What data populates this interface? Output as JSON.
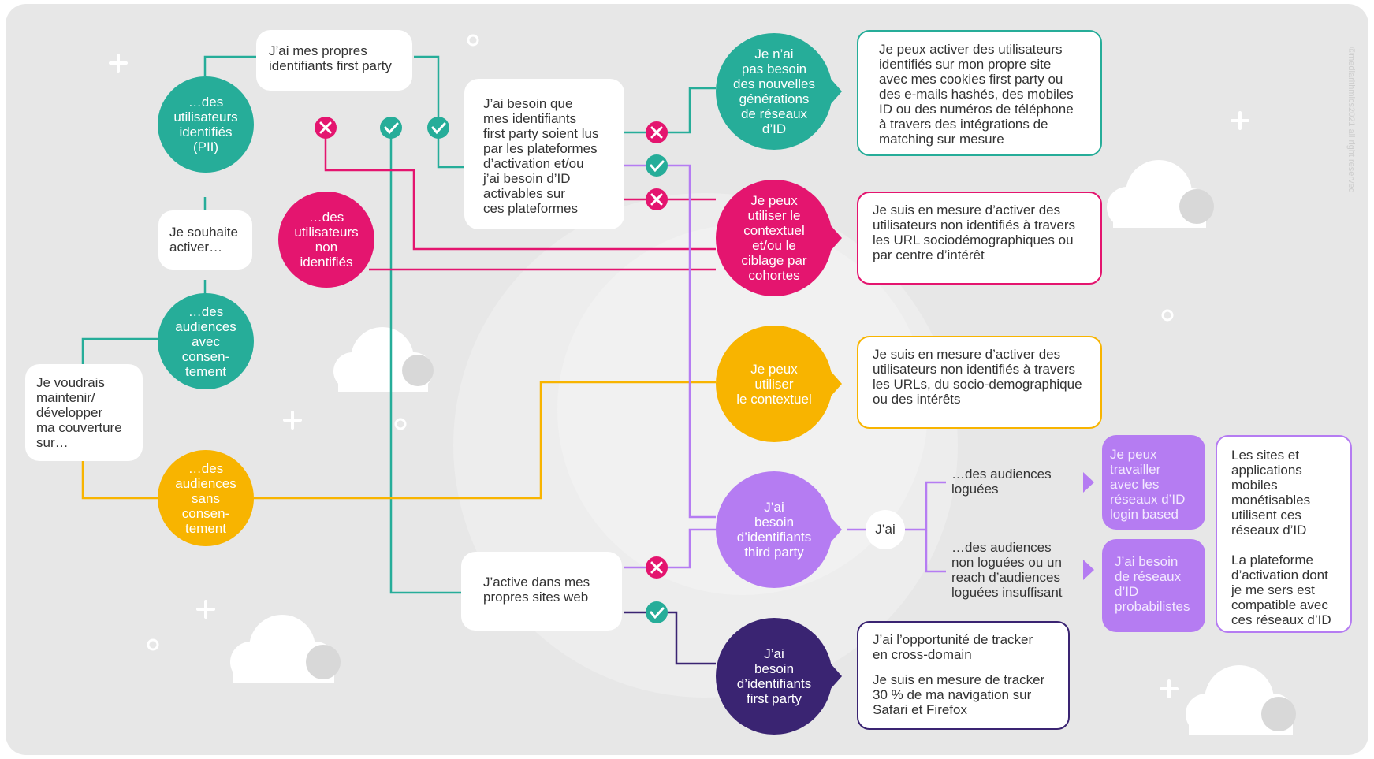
{
  "colors": {
    "teal": "#26ad99",
    "magenta": "#e4156f",
    "yellow": "#f8b400",
    "purple_light": "#b57cf2",
    "purple_dark": "#3a2472",
    "background": "#e7e7e7"
  },
  "start_box": "Je voudrais\nmaintenir/\ndévelopper\nma couverture\nsur…",
  "audiences": {
    "with_consent": "…des\naudiences\navec\nconsen-\ntement",
    "without_consent": "…des\naudiences\nsans\nconsen-\ntement"
  },
  "activate_box": "Je souhaite\nactiver…",
  "users": {
    "identified": "…des\nutilisateurs\nidentifiés\n(PII)",
    "non_identified": "…des\nutilisateurs\nnon\nidentifiés"
  },
  "questions": {
    "first_party_ids": "J’ai mes propres\nidentifiants first party",
    "platforms": "J’ai besoin que\nmes identifiants\nfirst party soient lus\npar les plateformes\nd’activation et/ou\nj’ai besoin d’ID\nactivables sur\nces plateformes",
    "own_sites": "J’active dans mes\npropres sites web"
  },
  "outcomes": [
    {
      "circle": "Je n’ai\npas besoin\ndes nouvelles\ngénérations\nde réseaux\nd’ID",
      "text": "Je peux activer des utilisateurs\nidentifiés sur mon propre site\navec mes cookies first party ou\ndes e-mails hashés, des mobiles\nID ou des numéros de téléphone\nà travers des intégrations de\nmatching sur mesure"
    },
    {
      "circle": "Je peux\nutiliser le\ncontextuel\net/ou le\nciblage par\ncohortes",
      "text": "Je suis en mesure d’activer des\nutilisateurs non identifiés à travers\nles URL sociodémographiques ou\npar centre d’intérêt"
    },
    {
      "circle": "Je peux\nutiliser\nle contextuel",
      "text": "Je suis en mesure d’activer des\nutilisateurs non identifiés à travers\nles URLs, du socio-demographique\nou des intérêts"
    },
    {
      "circle": "J’ai\nbesoin\nd’identifiants\nthird party"
    },
    {
      "circle": "J’ai\nbesoin\nd’identifiants\nfirst party",
      "text1": "J’ai l’opportunité de tracker\nen cross-domain",
      "text2": "Je suis en mesure de tracker\n30 % de ma navigation sur\nSafari et Firefox"
    }
  ],
  "third_party": {
    "jai": "J’ai",
    "logged": "…des audiences\nloguées",
    "not_logged": "…des audiences\nnon loguées ou un\nreach d’audiences\nloguées insuffisant",
    "login_based": "Je peux\ntravailler\navec les\nréseaux d’ID\nlogin based",
    "probabilistic": "J’ai besoin\nde réseaux\nd’ID\nprobabilistes",
    "note1": "Les sites et\napplications\nmobiles\nmonétisables\nutilisent ces\nréseaux d’ID",
    "note2": "La plateforme\nd’activation dont\nje me sers est\ncompatible avec\nces réseaux d’ID"
  },
  "copyright": "©mediarithmics2021 all right reserved"
}
